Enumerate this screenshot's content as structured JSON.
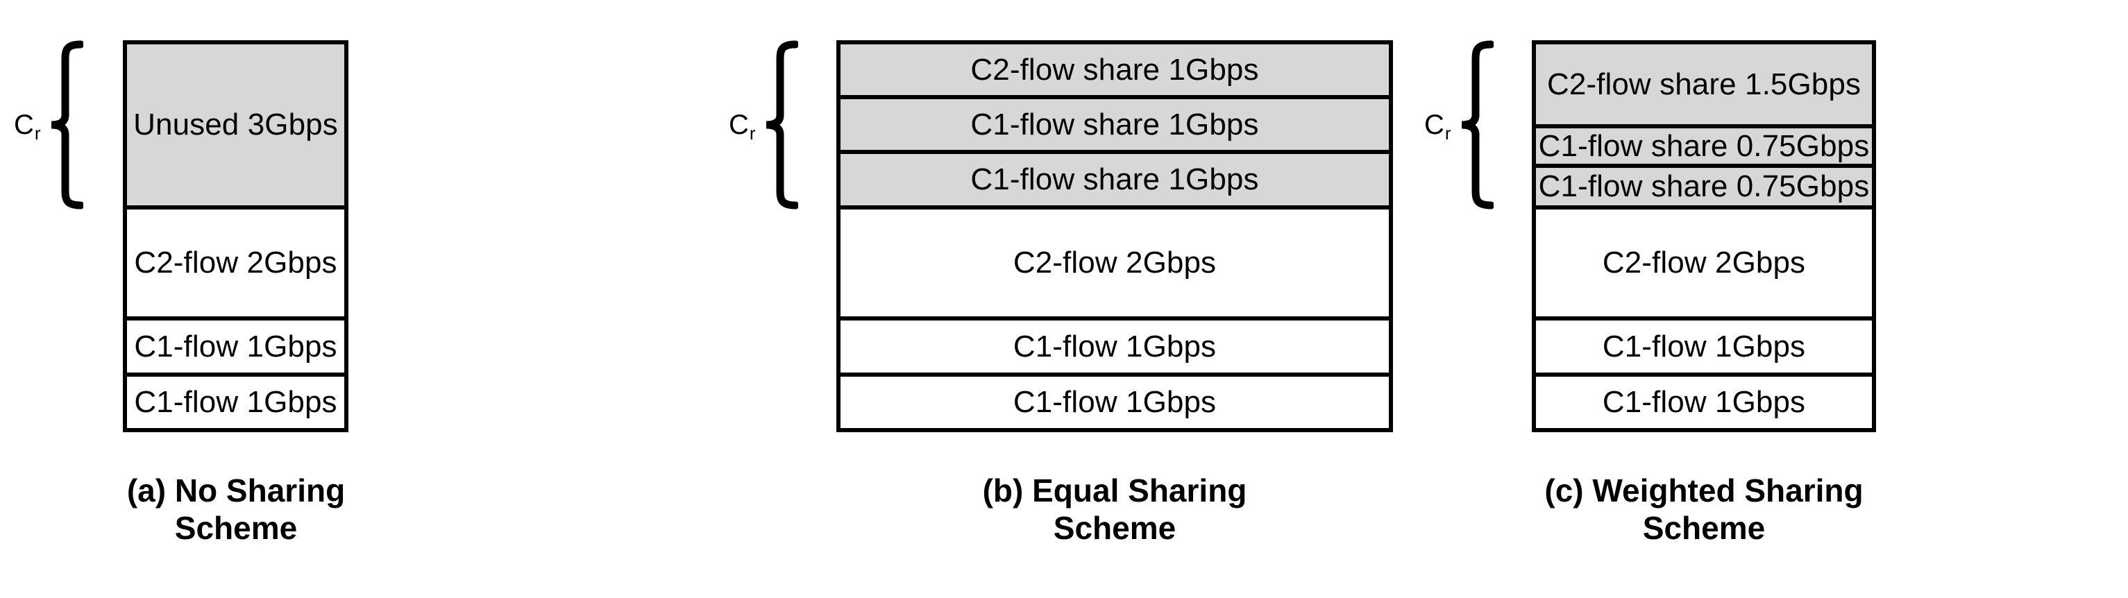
{
  "figure": {
    "kind": "bandwidth-sharing-schemes-diagram",
    "colors": {
      "fill_gray": "#d7d7d7",
      "stroke": "#000000",
      "background": "#ffffff"
    },
    "bracket_label": {
      "base": "C",
      "subscript": "r"
    }
  },
  "panels": [
    {
      "id": "a",
      "caption": "(a) No Sharing\nScheme",
      "bracket_label_base": "C",
      "bracket_label_sub": "r",
      "rows": [
        {
          "label": "Unused 3Gbps",
          "fill": "gray",
          "value": 3,
          "unit": "Gbps",
          "share": true
        },
        {
          "label": "C2-flow 2Gbps",
          "fill": "white",
          "value": 2,
          "unit": "Gbps",
          "share": false
        },
        {
          "label": "C1-flow 1Gbps",
          "fill": "white",
          "value": 1,
          "unit": "Gbps",
          "share": false
        },
        {
          "label": "C1-flow 1Gbps",
          "fill": "white",
          "value": 1,
          "unit": "Gbps",
          "share": false
        }
      ]
    },
    {
      "id": "b",
      "caption": "(b) Equal Sharing\nScheme",
      "bracket_label_base": "C",
      "bracket_label_sub": "r",
      "rows": [
        {
          "label": "C2-flow share 1Gbps",
          "fill": "gray",
          "value": 1,
          "unit": "Gbps",
          "share": true
        },
        {
          "label": "C1-flow share 1Gbps",
          "fill": "gray",
          "value": 1,
          "unit": "Gbps",
          "share": true
        },
        {
          "label": "C1-flow share 1Gbps",
          "fill": "gray",
          "value": 1,
          "unit": "Gbps",
          "share": true
        },
        {
          "label": "C2-flow 2Gbps",
          "fill": "white",
          "value": 2,
          "unit": "Gbps",
          "share": false
        },
        {
          "label": "C1-flow 1Gbps",
          "fill": "white",
          "value": 1,
          "unit": "Gbps",
          "share": false
        },
        {
          "label": "C1-flow 1Gbps",
          "fill": "white",
          "value": 1,
          "unit": "Gbps",
          "share": false
        }
      ]
    },
    {
      "id": "c",
      "caption": "(c) Weighted Sharing\nScheme",
      "bracket_label_base": "C",
      "bracket_label_sub": "r",
      "rows": [
        {
          "label": "C2-flow share 1.5Gbps",
          "fill": "gray",
          "value": 1.5,
          "unit": "Gbps",
          "share": true
        },
        {
          "label": "C1-flow share 0.75Gbps",
          "fill": "gray",
          "value": 0.75,
          "unit": "Gbps",
          "share": true
        },
        {
          "label": "C1-flow share 0.75Gbps",
          "fill": "gray",
          "value": 0.75,
          "unit": "Gbps",
          "share": true
        },
        {
          "label": "C2-flow 2Gbps",
          "fill": "white",
          "value": 2,
          "unit": "Gbps",
          "share": false
        },
        {
          "label": "C1-flow 1Gbps",
          "fill": "white",
          "value": 1,
          "unit": "Gbps",
          "share": false
        },
        {
          "label": "C1-flow 1Gbps",
          "fill": "white",
          "value": 1,
          "unit": "Gbps",
          "share": false
        }
      ]
    }
  ]
}
